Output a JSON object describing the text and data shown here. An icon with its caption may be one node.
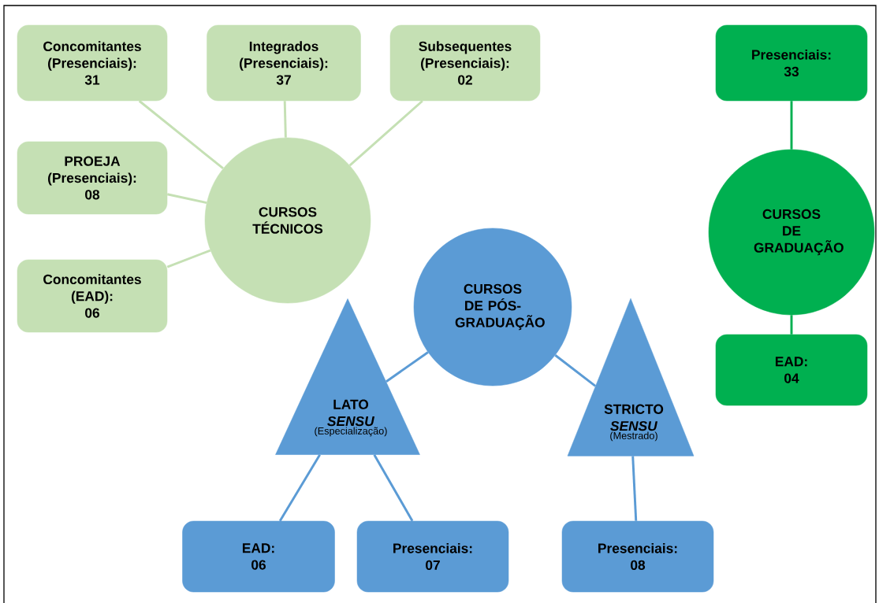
{
  "diagram": {
    "nodes": [
      {
        "text": [
          "Concomitantes (Presenciais):",
          "31"
        ]
      },
      {
        "text": [
          "Integrados (Presenciais):",
          "37"
        ]
      },
      {
        "text": [
          "Subsequentes (Presenciais):",
          "02"
        ]
      },
      {
        "text": [
          "Presenciais:",
          "33"
        ]
      },
      {
        "text": [
          "PROEJA (Presenciais):",
          "08"
        ]
      },
      {
        "text": [
          "CURSOS TÉCNICOS"
        ]
      },
      {
        "text": [
          "CURSOS DE GRADUAÇÃO"
        ]
      },
      {
        "text": [
          "Concomitantes (EAD):",
          "06"
        ]
      },
      {
        "text": [
          "CURSOS DE PÓS-GRADUAÇÃO"
        ]
      },
      {
        "text": [
          "EAD:",
          "04"
        ]
      },
      {
        "text": [
          "LATO *SENSU*",
          "(Especialização)"
        ]
      },
      {
        "text": [
          "STRICTO *SENSU*",
          "(Mestrado)"
        ]
      },
      {
        "text": [
          "EAD:",
          "06"
        ]
      },
      {
        "text": [
          "Presenciais:",
          "07"
        ]
      },
      {
        "text": [
          "Presenciais:",
          "08"
        ]
      }
    ],
    "edges": [
      {
        "from": 5,
        "to": 0,
        "arrow": "none",
        "color": "#c5e0b4"
      },
      {
        "from": 5,
        "to": 1,
        "arrow": "none",
        "color": "#c5e0b4"
      },
      {
        "from": 5,
        "to": 2,
        "arrow": "none",
        "color": "#c5e0b4"
      },
      {
        "from": 5,
        "to": 4,
        "arrow": "none",
        "color": "#c5e0b4"
      },
      {
        "from": 5,
        "to": 7,
        "arrow": "none",
        "color": "#c5e0b4"
      },
      {
        "from": 3,
        "to": 6,
        "arrow": "none",
        "color": "#00b050"
      },
      {
        "from": 6,
        "to": 9,
        "arrow": "none",
        "color": "#00b050"
      },
      {
        "from": 8,
        "to": 10,
        "arrow": "none",
        "color": "#5b9bd5"
      },
      {
        "from": 8,
        "to": 11,
        "arrow": "none",
        "color": "#5b9bd5"
      },
      {
        "from": 10,
        "to": 12,
        "arrow": "none",
        "color": "#5b9bd5"
      },
      {
        "from": 10,
        "to": 13,
        "arrow": "none",
        "color": "#5b9bd5"
      },
      {
        "from": 11,
        "to": 14,
        "arrow": "none",
        "color": "#5b9bd5"
      }
    ]
  }
}
